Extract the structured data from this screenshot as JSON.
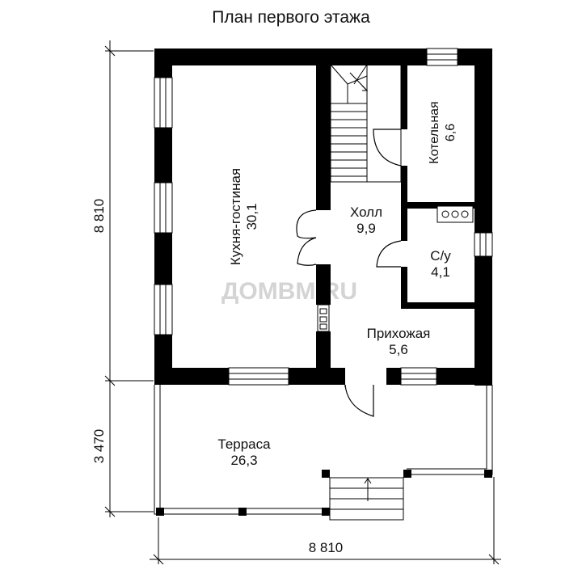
{
  "title": "План первого этажа",
  "watermark": "ДОМВМ.RU",
  "rooms": {
    "kitchen": {
      "name": "Кухня-гостиная",
      "area": "30,1"
    },
    "boiler": {
      "name": "Котельная",
      "area": "6,6"
    },
    "hall": {
      "name": "Холл",
      "area": "9,9"
    },
    "wc": {
      "name": "С/у",
      "area": "4,1"
    },
    "entry": {
      "name": "Прихожая",
      "area": "5,6"
    },
    "terrace": {
      "name": "Терраса",
      "area": "26,3"
    }
  },
  "dimensions": {
    "house_height": "8 810",
    "terrace_depth": "3 470",
    "width": "8 810"
  },
  "colors": {
    "wall": "#000000",
    "line": "#000000",
    "background": "#ffffff",
    "watermark": "#d4d4d4"
  }
}
